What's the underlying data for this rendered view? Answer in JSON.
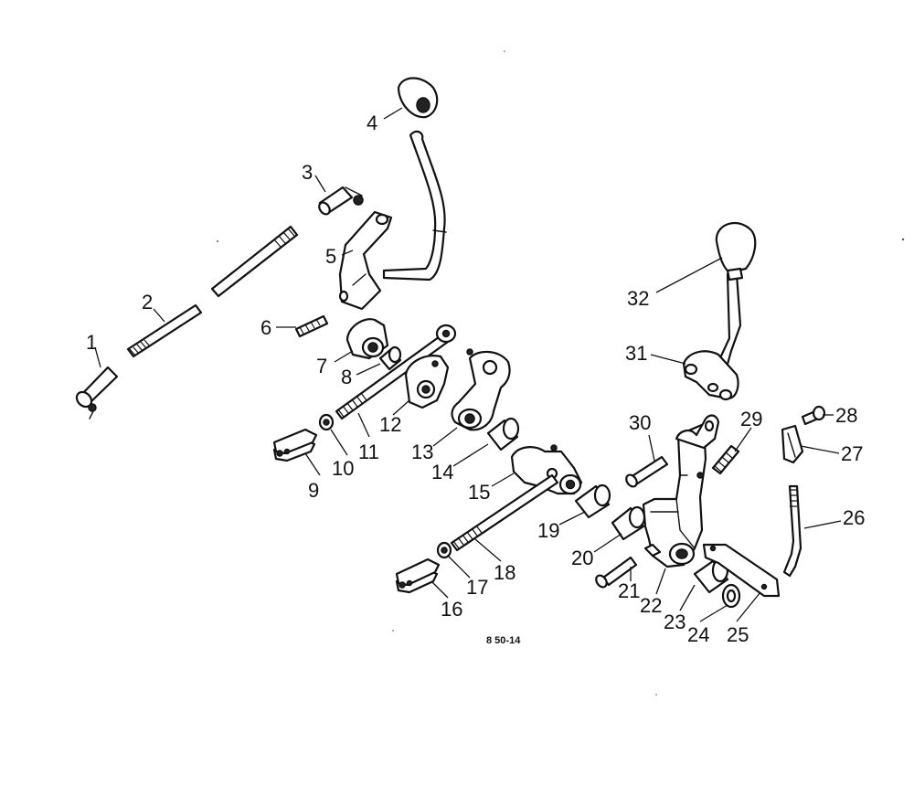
{
  "diagram": {
    "reference_code": "8 50-14",
    "callouts": [
      {
        "id": "1",
        "label": "1"
      },
      {
        "id": "2",
        "label": "2"
      },
      {
        "id": "3",
        "label": "3"
      },
      {
        "id": "4",
        "label": "4"
      },
      {
        "id": "5",
        "label": "5"
      },
      {
        "id": "6",
        "label": "6"
      },
      {
        "id": "7",
        "label": "7"
      },
      {
        "id": "8",
        "label": "8"
      },
      {
        "id": "9",
        "label": "9"
      },
      {
        "id": "10",
        "label": "10"
      },
      {
        "id": "11",
        "label": "11"
      },
      {
        "id": "12",
        "label": "12"
      },
      {
        "id": "13",
        "label": "13"
      },
      {
        "id": "14",
        "label": "14"
      },
      {
        "id": "15",
        "label": "15"
      },
      {
        "id": "16",
        "label": "16"
      },
      {
        "id": "17",
        "label": "17"
      },
      {
        "id": "18",
        "label": "18"
      },
      {
        "id": "19",
        "label": "19"
      },
      {
        "id": "20",
        "label": "20"
      },
      {
        "id": "21",
        "label": "21"
      },
      {
        "id": "22",
        "label": "22"
      },
      {
        "id": "23",
        "label": "23"
      },
      {
        "id": "24",
        "label": "24"
      },
      {
        "id": "25",
        "label": "25"
      },
      {
        "id": "26",
        "label": "26"
      },
      {
        "id": "27",
        "label": "27"
      },
      {
        "id": "28",
        "label": "28"
      },
      {
        "id": "29",
        "label": "29"
      },
      {
        "id": "30",
        "label": "30"
      },
      {
        "id": "31",
        "label": "31"
      },
      {
        "id": "32",
        "label": "32"
      }
    ]
  }
}
